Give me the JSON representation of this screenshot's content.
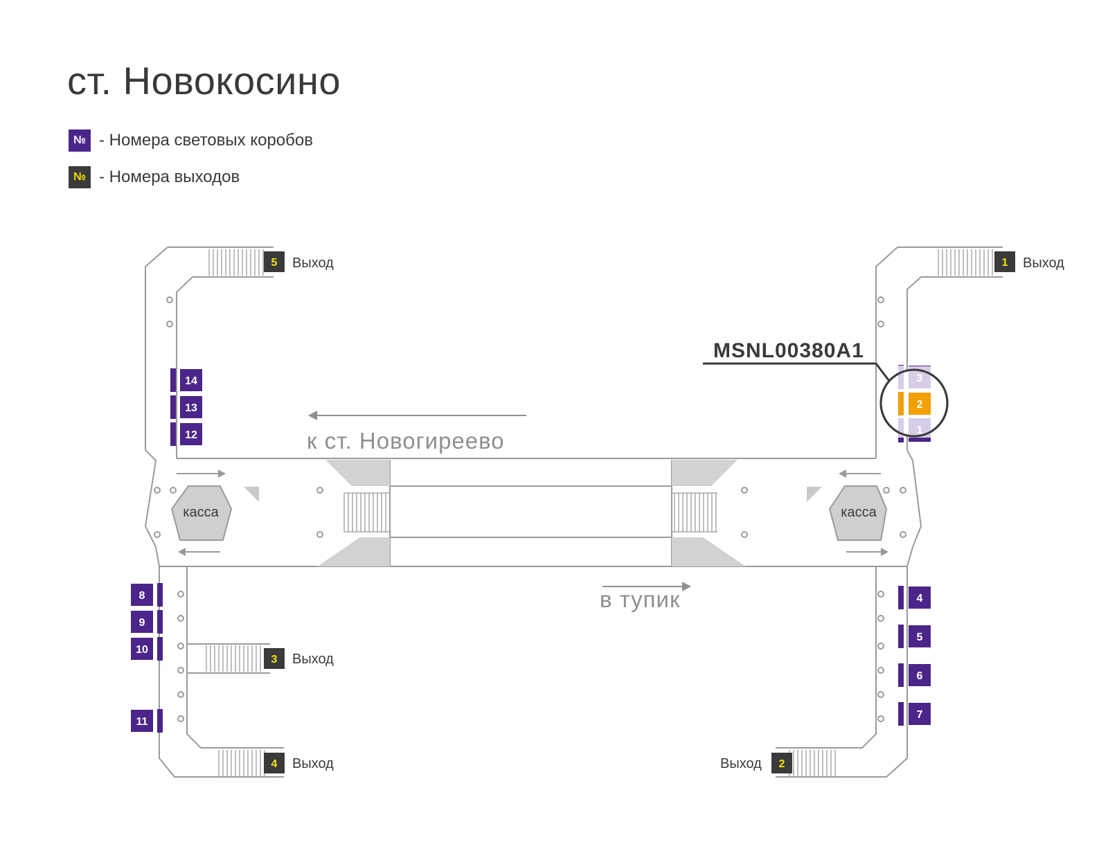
{
  "title": "ст. Новокосино",
  "colors": {
    "lightbox": "#4b2589",
    "lightbox_faded": "#d7cde6",
    "lightbox_selected": "#f1a000",
    "exit_bg": "#3a3a3a",
    "exit_num": "#f2e400",
    "walls": "#9a9a9a"
  },
  "legend": [
    {
      "symbol": "№",
      "text": "- Номера световых коробов"
    },
    {
      "symbol": "№",
      "text": "- Номера выходов"
    }
  ],
  "directions": {
    "upper": "к ст. Новогиреево",
    "lower": "в тупик"
  },
  "kassa_label": "касса",
  "exit_label": "Выход",
  "exits": [
    "5",
    "1",
    "3",
    "4",
    "2"
  ],
  "highlight": {
    "code": "MSNL00380A1",
    "boxes": [
      "3",
      "2",
      "1"
    ],
    "selected": "2"
  },
  "lightboxes_left_upper": [
    "14",
    "13",
    "12"
  ],
  "lightboxes_left_lower": [
    "8",
    "9",
    "10",
    "11"
  ],
  "lightboxes_right_lower": [
    "4",
    "5",
    "6",
    "7"
  ]
}
